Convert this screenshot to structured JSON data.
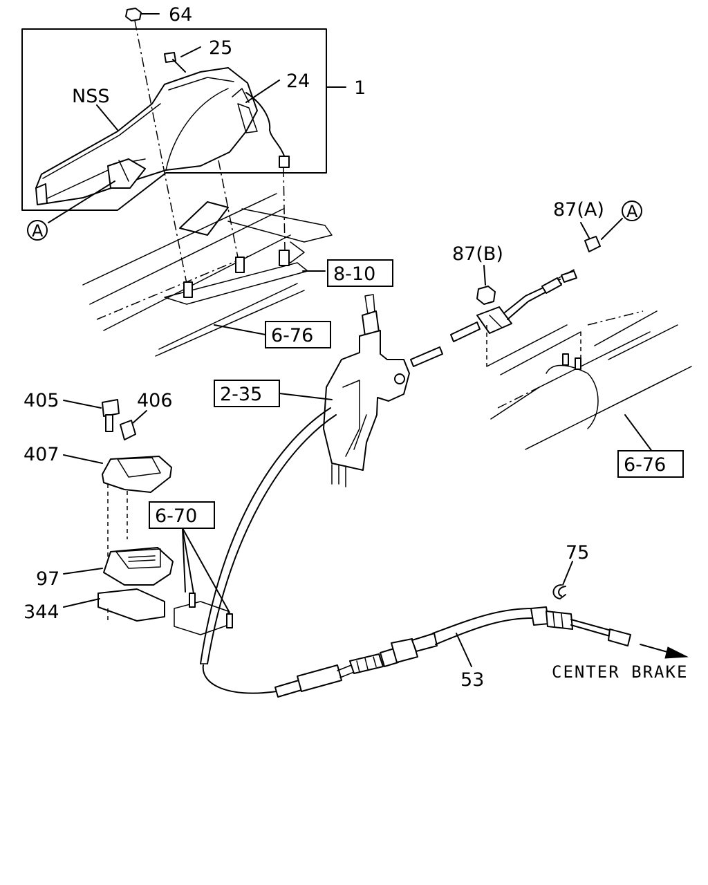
{
  "callouts": {
    "c64": "64",
    "c25": "25",
    "c24": "24",
    "c1": "1",
    "nss": "NSS",
    "a_left": "A",
    "a_right": "A",
    "c87a": "87(A)",
    "c87b": "87(B)",
    "c405": "405",
    "c406": "406",
    "c407": "407",
    "c97": "97",
    "c344": "344",
    "c75": "75",
    "c53": "53"
  },
  "references": {
    "r8_10": "8-10",
    "r6_76_top": "6-76",
    "r2_35": "2-35",
    "r6_76_right": "6-76",
    "r6_70": "6-70"
  },
  "annotation": {
    "center_brake": "CENTER BRAKE"
  }
}
